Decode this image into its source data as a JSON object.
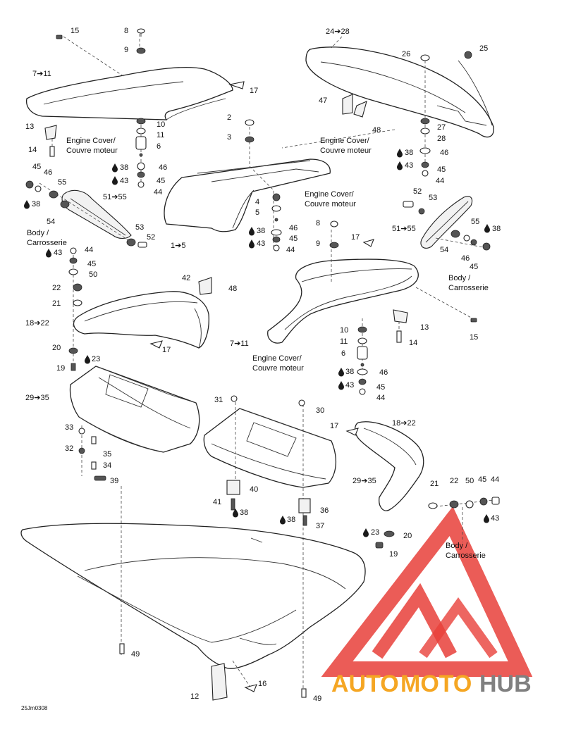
{
  "document": {
    "footer_code": "25Jm0308"
  },
  "watermark": {
    "text_auto": "AUTO",
    "text_moto": "MOTO",
    "text_hub": "HUB",
    "color_red": "#e8403a",
    "color_orange": "#f5a623",
    "color_gray": "#808080"
  },
  "callouts": {
    "c15a": "15",
    "c8a": "8",
    "c9a": "9",
    "c7_11a": "7➔11",
    "c17a": "17",
    "c24_28": "24➔28",
    "c26": "26",
    "c25": "25",
    "c13a": "13",
    "c14a": "14",
    "c10a": "10",
    "c11a": "11",
    "c6a": "6",
    "c38a": "38",
    "c46a": "46",
    "c45a": "45",
    "c43a": "43",
    "c44a": "44",
    "c51_55a": "51➔55",
    "c2": "2",
    "c3": "3",
    "c47": "47",
    "c48a": "48",
    "c27": "27",
    "c28": "28",
    "c38b": "38",
    "c46b": "46",
    "c43b": "43",
    "c45b": "45",
    "c44b": "44",
    "c45c": "45",
    "c46c": "46",
    "c55a": "55",
    "c38c": "38",
    "c54a": "54",
    "c53a": "53",
    "c52a": "52",
    "c1_5": "1➔5",
    "c4": "4",
    "c5": "5",
    "c46d": "46",
    "c38d": "38",
    "c45d": "45",
    "c43d": "43",
    "c44d": "44",
    "c8b": "8",
    "c9b": "9",
    "c17b": "17",
    "c52b": "52",
    "c53b": "53",
    "c51_55b": "51➔55",
    "c55b": "55",
    "c38e": "38",
    "c54b": "54",
    "c46e": "46",
    "c45e": "45",
    "c43e": "43",
    "c44e": "44",
    "c45f": "45",
    "c50a": "50",
    "c22a": "22",
    "c21a": "21",
    "c42": "42",
    "c48b": "48",
    "c18_22a": "18➔22",
    "c17c": "17",
    "c20a": "20",
    "c23a": "23",
    "c19a": "19",
    "c7_11b": "7➔11",
    "c10b": "10",
    "c11b": "11",
    "c6b": "6",
    "c46f": "46",
    "c38f": "38",
    "c45g": "45",
    "c43f": "43",
    "c44f": "44",
    "c13b": "13",
    "c14b": "14",
    "c15b": "15",
    "c29_35a": "29➔35",
    "c33": "33",
    "c32": "32",
    "c35": "35",
    "c34": "34",
    "c39": "39",
    "c31": "31",
    "c30": "30",
    "c40": "40",
    "c41": "41",
    "c38g": "38",
    "c29_35b": "29➔35",
    "c36": "36",
    "c38h": "38",
    "c37": "37",
    "c17d": "17",
    "c18_22b": "18➔22",
    "c21b": "21",
    "c22b": "22",
    "c50b": "50",
    "c45h": "45",
    "c44g": "44",
    "c43g": "43",
    "c23b": "23",
    "c20b": "20",
    "c19b": "19",
    "c49a": "49",
    "c49b": "49",
    "c16": "16",
    "c12": "12"
  },
  "annotations": {
    "engine_cover_1a": "Engine Cover/",
    "engine_cover_1b": "Couvre moteur",
    "engine_cover_2a": "Engine Cover/",
    "engine_cover_2b": "Couvre moteur",
    "engine_cover_3a": "Engine Cover/",
    "engine_cover_3b": "Couvre moteur",
    "engine_cover_4a": "Engine Cover/",
    "engine_cover_4b": "Couvre moteur",
    "body_1a": "Body /",
    "body_1b": "Carrosserie",
    "body_2a": "Body /",
    "body_2b": "Carrosserie",
    "body_3a": "Body /",
    "body_3b": "Carrosserie"
  }
}
